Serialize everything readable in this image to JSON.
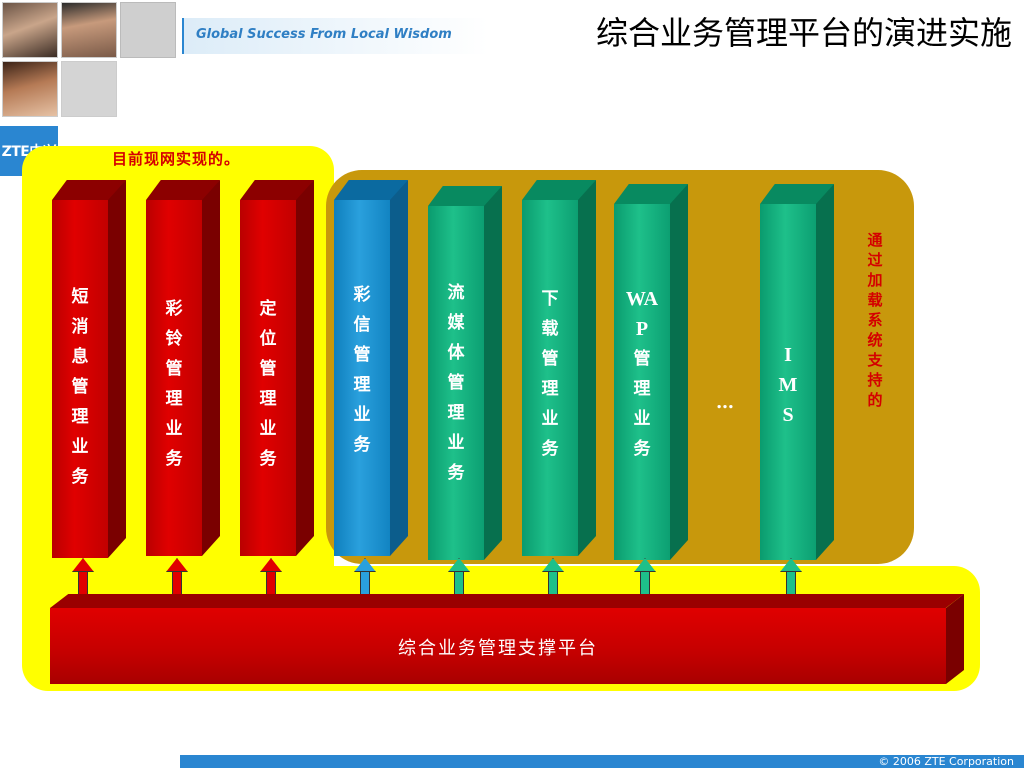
{
  "header": {
    "tagline": "Global Success From Local Wisdom",
    "title": "综合业务管理平台的演进实施",
    "logo_text": "ZTE中兴"
  },
  "diagram": {
    "current_label": "目前现网实现的。",
    "loaded_label": "通过加载系统支持的",
    "existing_services": [
      {
        "lines": [
          "短",
          "消",
          "息",
          "管",
          "理",
          "业",
          "务"
        ]
      },
      {
        "lines": [
          "彩",
          "铃",
          "管",
          "理",
          "业",
          "务"
        ]
      },
      {
        "lines": [
          "定",
          "位",
          "管",
          "理",
          "业",
          "务"
        ]
      }
    ],
    "loaded_services": [
      {
        "lines": [
          "彩",
          "信",
          "管",
          "理",
          "业",
          "务"
        ],
        "color": "blue"
      },
      {
        "lines": [
          "流",
          "媒",
          "体",
          "管",
          "理",
          "业",
          "务"
        ],
        "color": "green"
      },
      {
        "lines": [
          "下",
          "载",
          "管",
          "理",
          "业",
          "务"
        ],
        "color": "green"
      },
      {
        "lines": [
          "WA",
          "P",
          "管",
          "理",
          "业",
          "务"
        ],
        "color": "green"
      },
      {
        "lines": [
          "I",
          "M",
          "S"
        ],
        "color": "green"
      }
    ],
    "ellipsis": "…",
    "platform_label": "综合业务管理支撑平台"
  },
  "footer": {
    "copyright": "© 2006 ZTE Corporation"
  },
  "colors": {
    "accent_blue": "#2a86d1",
    "highlight_yellow": "#ffff00",
    "zone_gold": "#c8980c",
    "service_red": "#e00000",
    "service_blue": "#2aa0dd",
    "service_green": "#1ec08a"
  }
}
